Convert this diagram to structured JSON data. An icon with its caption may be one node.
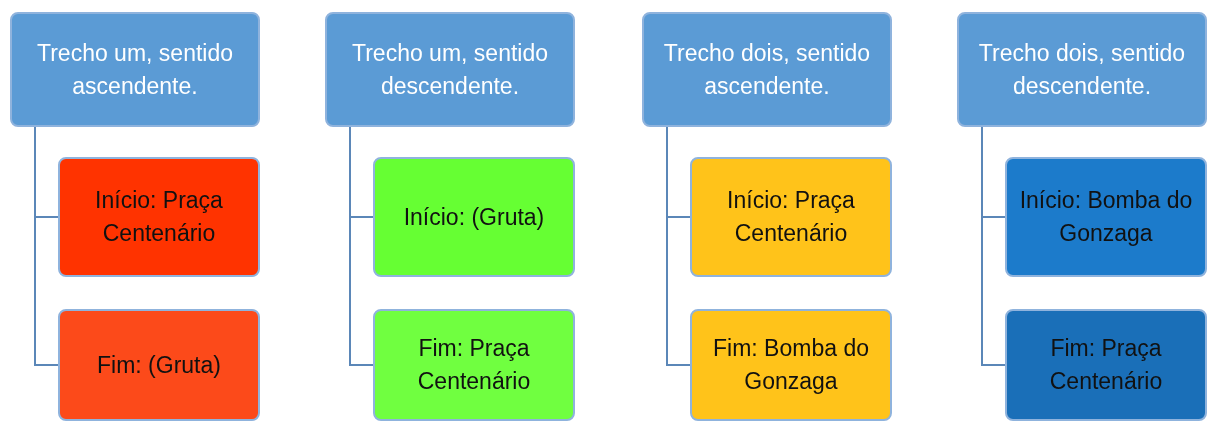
{
  "diagram": {
    "nodes": [
      {
        "text": [
          "Trecho um, sentido ascendente."
        ]
      },
      {
        "text": [
          "Início: Praça Centenário"
        ]
      },
      {
        "text": [
          "Fim: (Gruta)"
        ]
      },
      {
        "text": [
          "Trecho um, sentido descendente."
        ]
      },
      {
        "text": [
          "Início: (Gruta)"
        ]
      },
      {
        "text": [
          "Fim: Praça Centenário"
        ]
      },
      {
        "text": [
          "Trecho dois, sentido ascendente."
        ]
      },
      {
        "text": [
          "Início: Praça Centenário"
        ]
      },
      {
        "text": [
          "Fim: Bomba do Gonzaga"
        ]
      },
      {
        "text": [
          "Trecho dois, sentido descendente."
        ]
      },
      {
        "text": [
          "Início: Bomba do Gonzaga"
        ]
      },
      {
        "text": [
          "Fim: Praça Centenário"
        ]
      }
    ],
    "edges": [
      {
        "from": 0,
        "to": 1,
        "arrow": "none"
      },
      {
        "from": 0,
        "to": 2,
        "arrow": "none"
      },
      {
        "from": 3,
        "to": 4,
        "arrow": "none"
      },
      {
        "from": 3,
        "to": 5,
        "arrow": "none"
      },
      {
        "from": 6,
        "to": 7,
        "arrow": "none"
      },
      {
        "from": 6,
        "to": 8,
        "arrow": "none"
      },
      {
        "from": 9,
        "to": 10,
        "arrow": "none"
      },
      {
        "from": 9,
        "to": 11,
        "arrow": "none"
      }
    ]
  }
}
